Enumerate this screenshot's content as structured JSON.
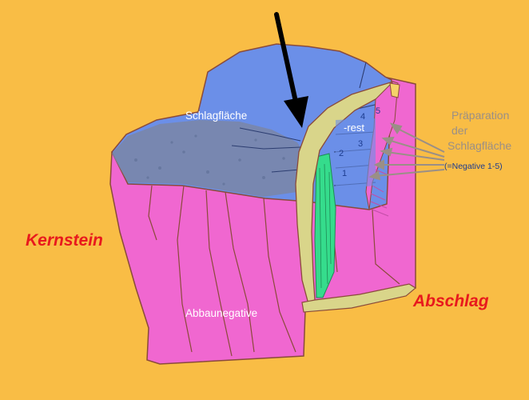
{
  "labels": {
    "schlagflaeche": "Schlagfläche",
    "kernstein": "Kernstein",
    "abbaunegative": "Abbaunegative",
    "abschlag": "Abschlag",
    "rest": "-rest",
    "praeparation_line1": "Präparation",
    "praeparation_line2": "der",
    "praeparation_line3": "Schlagfläche",
    "negative_note": "(=Negative 1-5)",
    "num_1": "1",
    "num_2": "2",
    "num_3": "3",
    "num_4": "4",
    "num_5": "5"
  },
  "colors": {
    "background": "#f9bd45",
    "platform": "#6b8fe8",
    "core_body": "#f067d0",
    "flake_edge": "#d9d58a",
    "flake_green": "#35dc8c",
    "outline": "#8a4b3a",
    "title_red": "#e8191d",
    "annotation_grey": "#9a8f86",
    "number_blue": "#1d3c8f"
  },
  "icons": {
    "impact_arrow": "down-arrow-icon",
    "annotation_arrows": "left-arrow-icon"
  }
}
